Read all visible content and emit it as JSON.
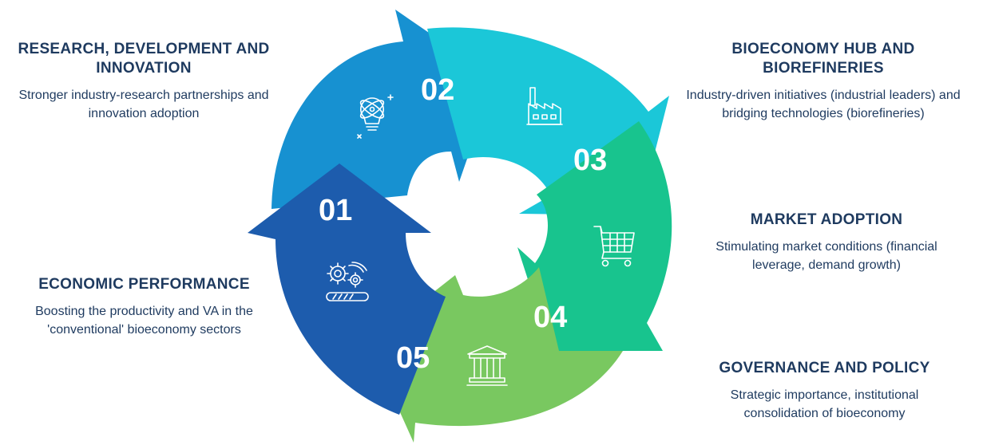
{
  "stages": [
    {
      "num": "01",
      "title": "ECONOMIC PERFORMANCE",
      "desc": "Boosting the productivity and VA in the 'conventional' bioeconomy sectors",
      "color": "#1d5cad",
      "icon": "gears-progress-icon"
    },
    {
      "num": "02",
      "title": "RESEARCH, DEVELOPMENT AND INNOVATION",
      "desc": "Stronger industry-research partnerships and innovation adoption",
      "color": "#1791d1",
      "icon": "atom-lightbulb-icon"
    },
    {
      "num": "03",
      "title": "BIOECONOMY HUB AND BIOREFINERIES",
      "desc": "Industry-driven initiatives (industrial leaders) and bridging technologies (biorefineries)",
      "color": "#1bc7d8",
      "icon": "factory-icon"
    },
    {
      "num": "04",
      "title": "MARKET ADOPTION",
      "desc": "Stimulating market conditions (financial leverage, demand growth)",
      "color": "#18c48e",
      "icon": "shopping-cart-icon"
    },
    {
      "num": "05",
      "title": "GOVERNANCE AND POLICY",
      "desc": "Strategic importance, institutional consolidation of bioeconomy",
      "color": "#79c860",
      "icon": "government-building-icon"
    }
  ]
}
